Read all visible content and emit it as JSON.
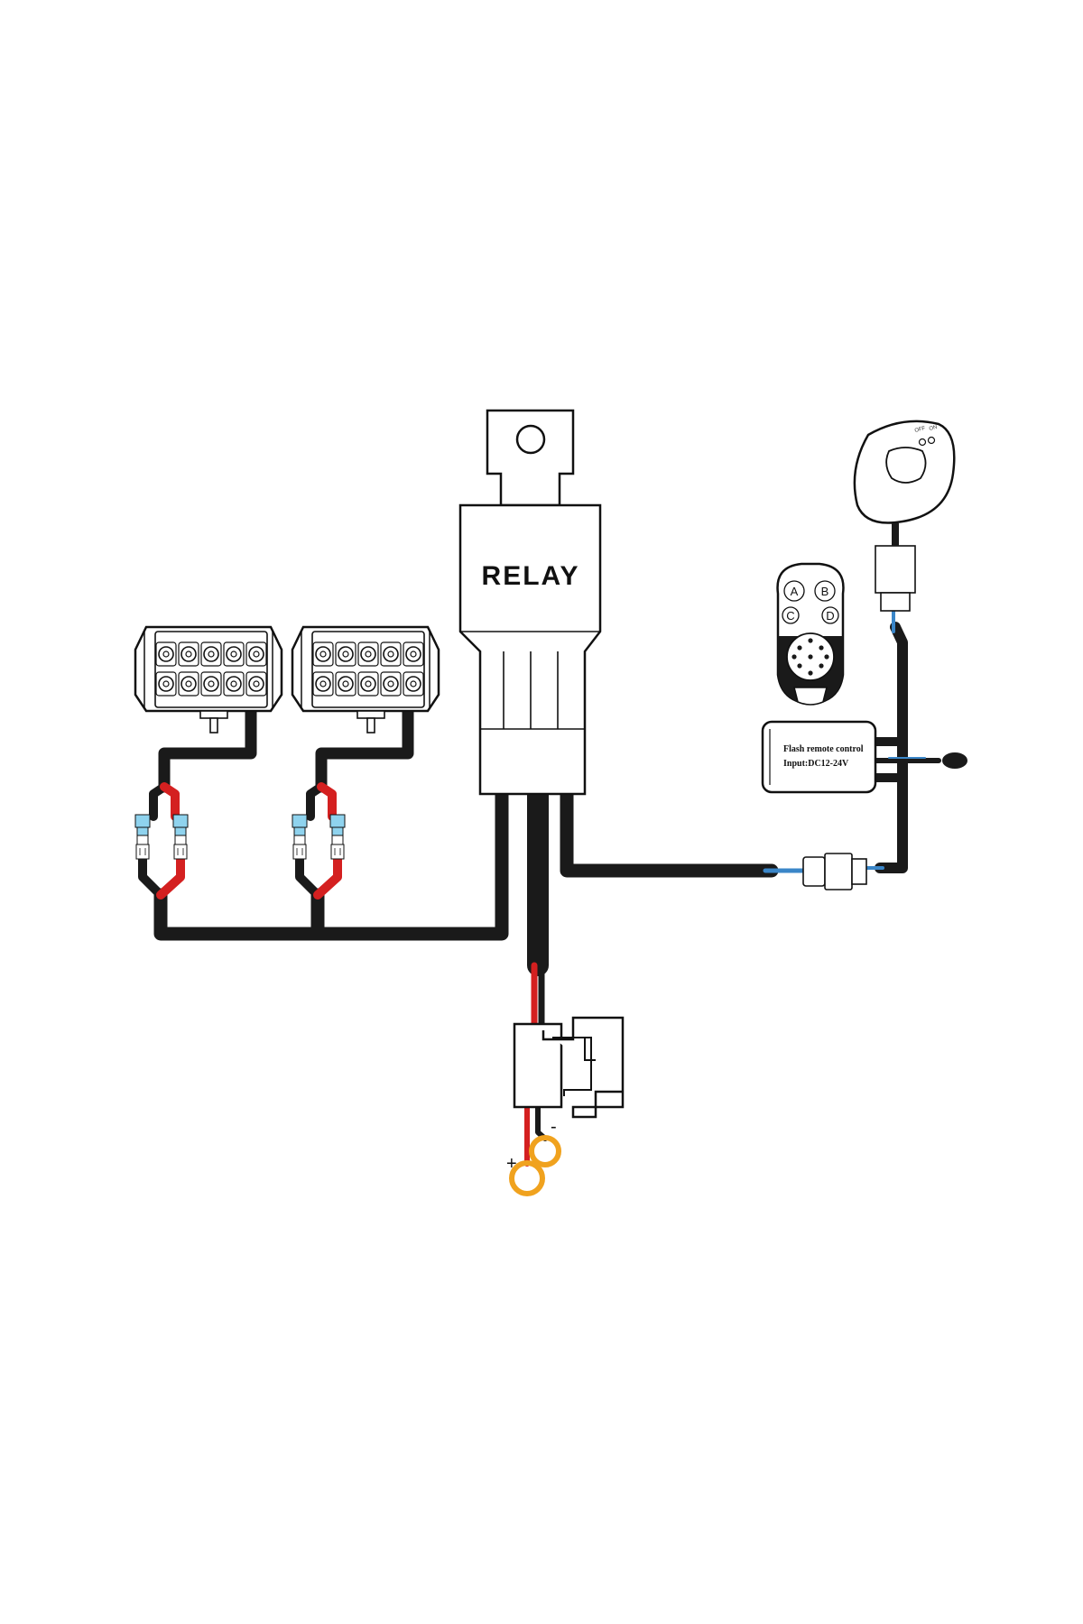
{
  "relay": {
    "label": "RELAY"
  },
  "controller": {
    "line1": "Flash remote control",
    "line2": "Input:DC12-24V"
  },
  "remote": {
    "buttons": [
      "A",
      "B",
      "C",
      "D"
    ]
  },
  "switch": {
    "label_off": "OFF",
    "label_on": "ON"
  },
  "battery": {
    "positive": "+",
    "negative": "-"
  },
  "colors": {
    "wire_black": "#1a1a1a",
    "wire_red": "#d42020",
    "wire_blue": "#3a86c8",
    "connector_blue": "#8fd3ee",
    "ring_terminal": "#f0a21e"
  },
  "icons": [
    "led-light-bar-icon",
    "relay-icon",
    "fuse-holder-icon",
    "ring-terminal-icon",
    "remote-control-icon",
    "rocker-switch-icon",
    "flash-controller-icon"
  ]
}
